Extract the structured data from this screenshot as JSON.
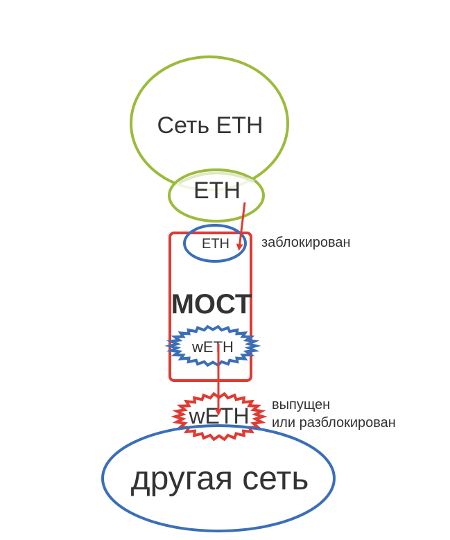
{
  "diagram": {
    "source_network": {
      "label": "Сеть ETH",
      "color": "#9bbb3b"
    },
    "source_token": {
      "label": "ETH",
      "color": "#9bbb3b"
    },
    "bridge": {
      "label": "МОСТ",
      "color": "#e03a32"
    },
    "locked_token": {
      "label": "ETH",
      "color": "#3a6fb8"
    },
    "wrapped_token_in_bridge": {
      "label": "wETH",
      "color": "#3a6fb8"
    },
    "wrapped_token_out": {
      "label": "wETH",
      "color": "#e03a32"
    },
    "target_network": {
      "label": "другая сеть",
      "color": "#3a6fb8"
    },
    "annotations": {
      "locked": "заблокирован",
      "released_line1": "выпущен",
      "released_line2": "или разблокирован"
    },
    "arrow_color": "#e03a32"
  }
}
